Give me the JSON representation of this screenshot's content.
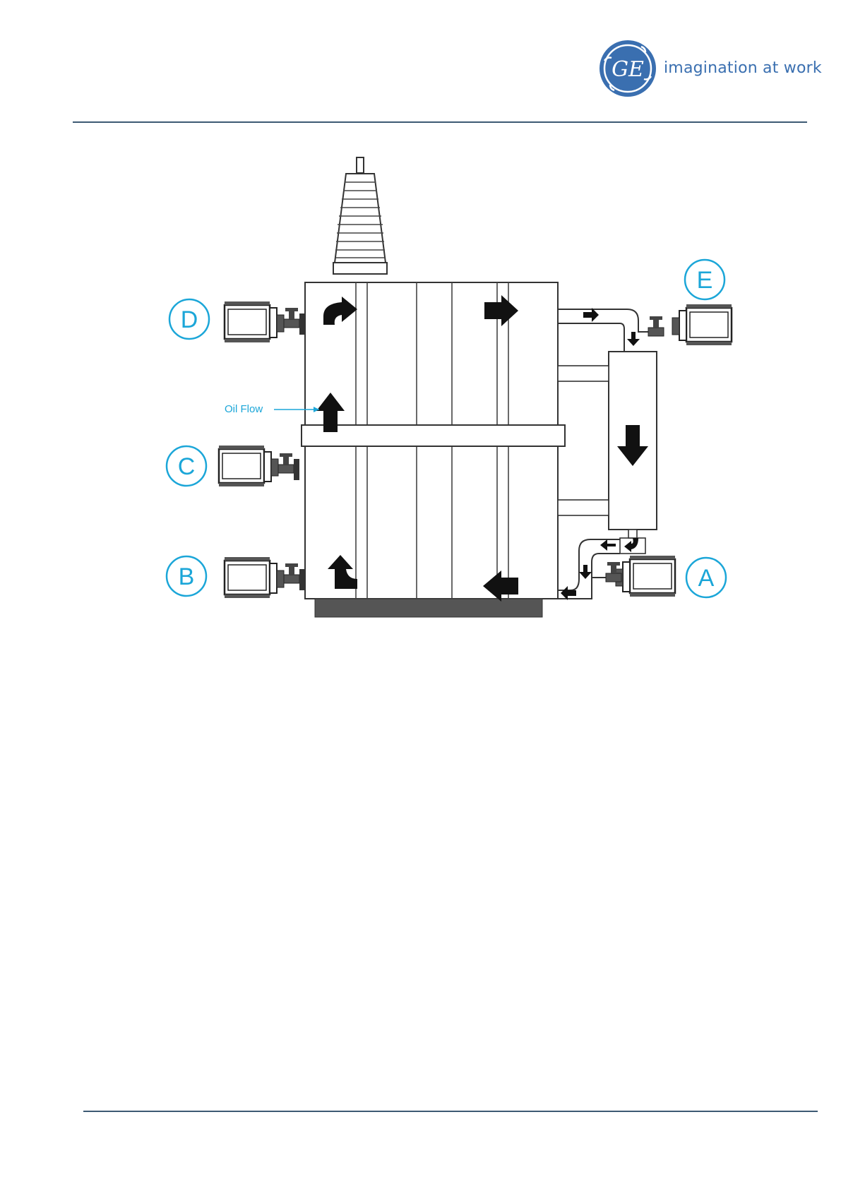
{
  "header": {
    "brand_logo_text": "GE",
    "tagline": "imagination at work",
    "brand_color": "#3a6fb0"
  },
  "diagram": {
    "annotation": "Oil Flow",
    "label_color": "#1ba6d8",
    "points": [
      {
        "id": "A",
        "label": "A"
      },
      {
        "id": "B",
        "label": "B"
      },
      {
        "id": "C",
        "label": "C"
      },
      {
        "id": "D",
        "label": "D"
      },
      {
        "id": "E",
        "label": "E"
      }
    ]
  }
}
